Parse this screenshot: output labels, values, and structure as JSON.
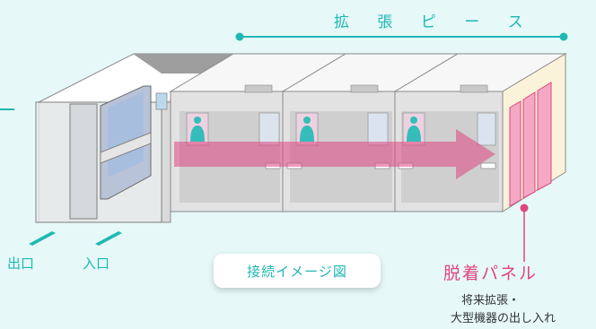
{
  "labels": {
    "expansion_piece": "拡 張 ピ ー ス",
    "exit": "出口",
    "entrance": "入口",
    "caption": "接続イメージ図",
    "removable_panel": "脱着パネル",
    "note_line1": "将来拡張・",
    "note_line2": "大型機器の出し入れ"
  },
  "colors": {
    "accent_teal": "#1fb8b4",
    "panel_pink": "#e0457f",
    "background": "#e6f8f8"
  }
}
